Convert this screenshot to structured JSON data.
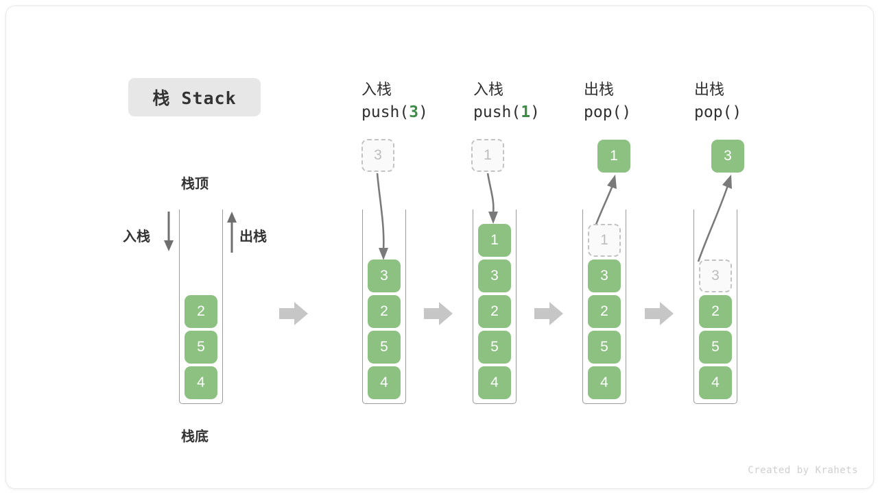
{
  "title": {
    "badge_text": "栈 Stack"
  },
  "watermark": "Created by Krahets",
  "colors": {
    "element_green": "#8cc182",
    "ghost_gray": "#c2c2c2",
    "arrow_gray": "#7a7a7a",
    "block_arrow_gray": "#c6c6c6",
    "badge_bg": "#e7e7e7",
    "text_dark": "#2f2f2f",
    "accent_green_text": "#3d8b45"
  },
  "initial_stack": {
    "top_label": "栈顶",
    "bottom_label": "栈底",
    "push_arrow_label": "入栈",
    "pop_arrow_label": "出栈",
    "items": [
      "2",
      "5",
      "4"
    ]
  },
  "chart_data": {
    "type": "diagram",
    "title": "栈 Stack",
    "description": "Stack push and pop operation sequence",
    "stages": [
      {
        "id": "initial",
        "header_line1": "",
        "header_line2": "",
        "operation": "initial",
        "stack_top_to_bottom": [
          "2",
          "5",
          "4"
        ],
        "floating": null,
        "ghost": null
      },
      {
        "id": "push-3",
        "header_line1": "入栈",
        "header_line2_prefix": "push(",
        "header_line2_arg": "3",
        "header_line2_suffix": ")",
        "operation": "push",
        "argument": "3",
        "stack_top_to_bottom": [
          "3",
          "2",
          "5",
          "4"
        ],
        "floating": {
          "value": "3",
          "style": "ghost",
          "position": "above"
        },
        "arrow": "down-into-stack"
      },
      {
        "id": "push-1",
        "header_line1": "入栈",
        "header_line2_prefix": "push(",
        "header_line2_arg": "1",
        "header_line2_suffix": ")",
        "operation": "push",
        "argument": "1",
        "stack_top_to_bottom": [
          "1",
          "3",
          "2",
          "5",
          "4"
        ],
        "floating": {
          "value": "1",
          "style": "ghost",
          "position": "above"
        },
        "arrow": "down-into-stack"
      },
      {
        "id": "pop-1",
        "header_line1": "出栈",
        "header_line2_prefix": "pop(",
        "header_line2_arg": "",
        "header_line2_suffix": ")",
        "operation": "pop",
        "returned": "1",
        "stack_top_to_bottom": [
          "3",
          "2",
          "5",
          "4"
        ],
        "ghost_slot": {
          "value": "1",
          "index_from_top": 0
        },
        "floating": {
          "value": "1",
          "style": "solid",
          "position": "above"
        },
        "arrow": "up-out-of-stack"
      },
      {
        "id": "pop-3",
        "header_line1": "出栈",
        "header_line2_prefix": "pop(",
        "header_line2_arg": "",
        "header_line2_suffix": ")",
        "operation": "pop",
        "returned": "3",
        "stack_top_to_bottom": [
          "2",
          "5",
          "4"
        ],
        "ghost_slot": {
          "value": "3",
          "index_from_top": 0
        },
        "floating": {
          "value": "3",
          "style": "solid",
          "position": "above"
        },
        "arrow": "up-out-of-stack"
      }
    ],
    "connectors": 4,
    "connector_style": "gray-block-arrow-right"
  }
}
